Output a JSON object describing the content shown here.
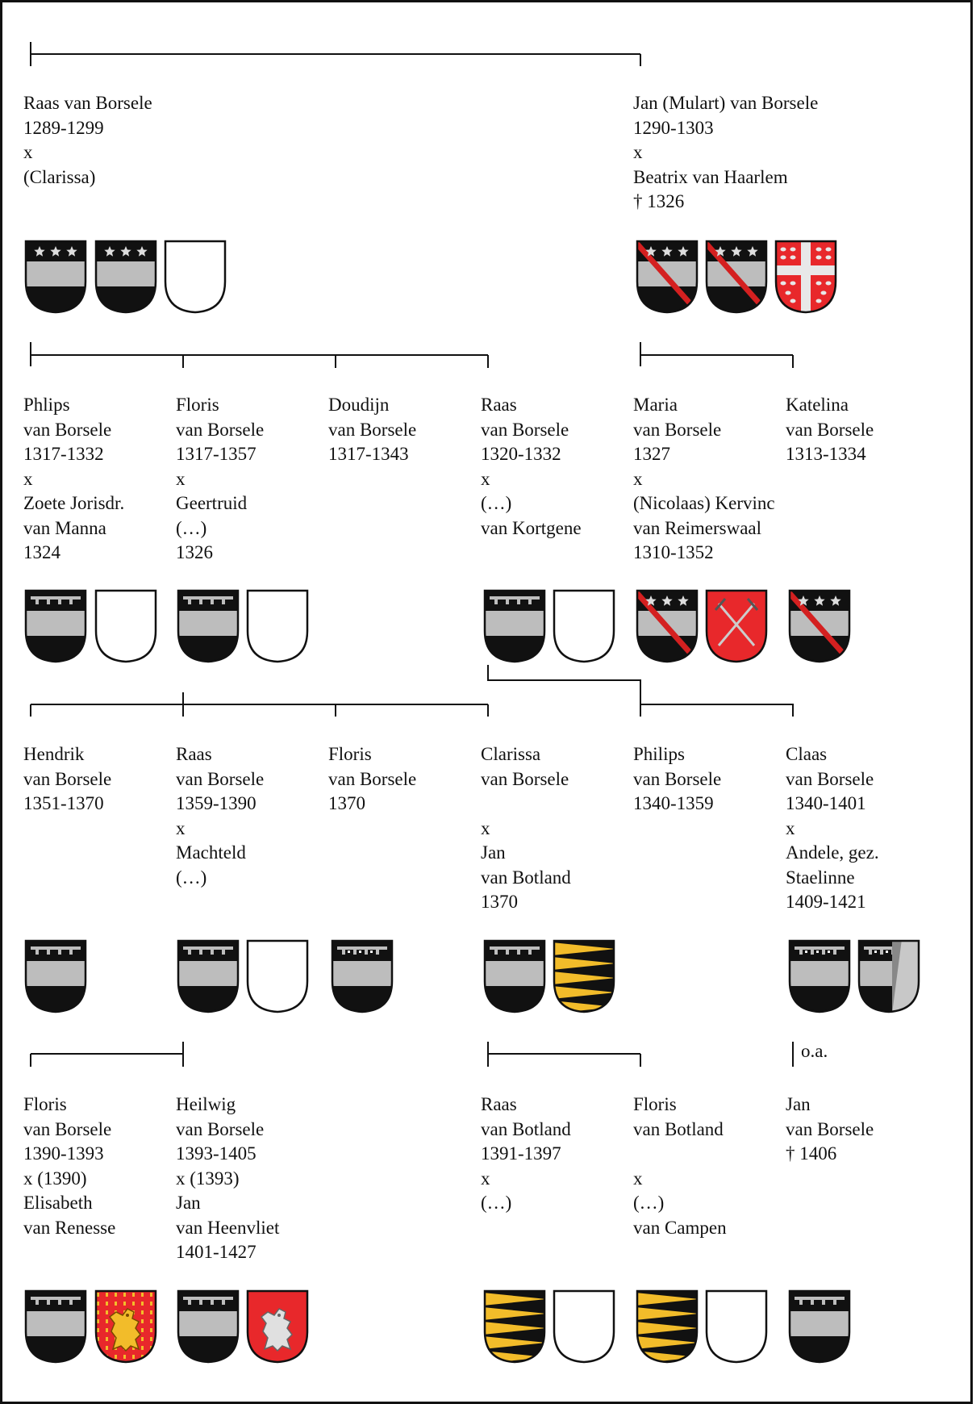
{
  "generations": [
    {
      "persons": [
        {
          "lines": [
            "Raas van Borsele",
            "1289-1299",
            "x",
            "(Clarissa)"
          ]
        },
        {
          "lines": [
            "Jan (Mulart) van Borsele",
            "1290-1303",
            "x",
            "Beatrix van Haarlem",
            "† 1326"
          ]
        }
      ],
      "arms": [
        [
          "borsele-stars",
          "borsele-stars",
          "blank"
        ],
        [
          "borsele-stars-bend",
          "borsele-stars-bend",
          "haarlem-cross"
        ]
      ]
    },
    {
      "persons": [
        {
          "lines": [
            "Phlips",
            "van Borsele",
            "1317-1332",
            "x",
            "Zoete Jorisdr.",
            "van Manna",
            "1324"
          ]
        },
        {
          "lines": [
            "Floris",
            "van Borsele",
            "1317-1357",
            "x",
            "Geertruid",
            "(…)",
            "1326"
          ]
        },
        {
          "lines": [
            "Doudijn",
            "van Borsele",
            "1317-1343"
          ]
        },
        {
          "lines": [
            "Raas",
            "van Borsele",
            "1320-1332",
            "x",
            "(…)",
            "van Kortgene"
          ]
        },
        {
          "lines": [
            "Maria",
            "van Borsele",
            "1327",
            "x",
            "(Nicolaas) Kervinc",
            "van Reimerswaal",
            "1310-1352"
          ]
        },
        {
          "lines": [
            "Katelina",
            "van Borsele",
            "1313-1334"
          ]
        }
      ],
      "arms": [
        [
          "borsele-label",
          "blank"
        ],
        [
          "borsele-label",
          "blank"
        ],
        [
          "borsele-label",
          "blank"
        ],
        [
          "borsele-stars-bend",
          "kervinc-swords"
        ],
        [
          "borsele-stars-bend"
        ]
      ]
    },
    {
      "persons": [
        {
          "lines": [
            "Hendrik",
            "van Borsele",
            "1351-1370"
          ]
        },
        {
          "lines": [
            "Raas",
            "van Borsele",
            "1359-1390",
            "x",
            "Machteld",
            "(…)"
          ]
        },
        {
          "lines": [
            "Floris",
            "van Borsele",
            "1370"
          ]
        },
        {
          "lines": [
            "Clarissa",
            "van Borsele",
            "",
            "x",
            "Jan",
            "van Botland",
            "1370"
          ]
        },
        {
          "lines": [
            "Philips",
            "van Borsele",
            "1340-1359"
          ]
        },
        {
          "lines": [
            "Claas",
            "van Borsele",
            "1340-1401",
            "x",
            "Andele, gez.",
            "Staelinne",
            "1409-1421"
          ]
        }
      ],
      "arms": [
        [
          "borsele-label"
        ],
        [
          "borsele-label",
          "blank"
        ],
        [
          "borsele-label-dots"
        ],
        [
          "borsele-label",
          "botland-dancetty"
        ],
        [
          "borsele-label-dots",
          "borsele-label-dots-grey"
        ]
      ]
    },
    {
      "note": "o.a.",
      "persons": [
        {
          "lines": [
            "Floris",
            "van Borsele",
            "1390-1393",
            "x (1390)",
            "Elisabeth",
            "van Renesse"
          ]
        },
        {
          "lines": [
            "Heilwig",
            "van Borsele",
            "1393-1405",
            "x (1393)",
            "Jan",
            "van Heenvliet",
            "1401-1427"
          ]
        },
        {
          "lines": [
            "Raas",
            "van Botland",
            "1391-1397",
            "x",
            "(…)"
          ]
        },
        {
          "lines": [
            "Floris",
            "van Botland",
            "",
            "x",
            "(…)",
            "van Campen"
          ]
        },
        {
          "lines": [
            "Jan",
            "van Borsele",
            "† 1406"
          ]
        }
      ],
      "arms": [
        [
          "borsele-label",
          "renesse-lion"
        ],
        [
          "borsele-label",
          "heenvliet-lion"
        ],
        [
          "botland-dancetty",
          "blank"
        ],
        [
          "botland-dancetty",
          "blank"
        ],
        [
          "borsele-label"
        ]
      ]
    }
  ]
}
